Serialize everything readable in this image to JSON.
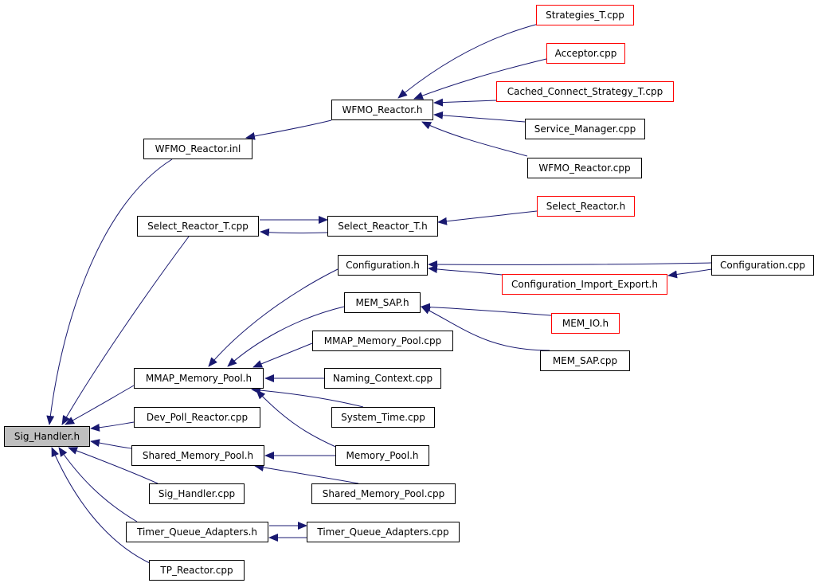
{
  "diagram": {
    "style": {
      "edge_color": "#191970",
      "arrow_color": "#191970",
      "undocumented_border": "#ff0000",
      "root_fill": "#bfbfbf"
    },
    "nodes": [
      {
        "id": "strategies_t_cpp",
        "label": "Strategies_T.cpp",
        "undocumented": true
      },
      {
        "id": "acceptor_cpp",
        "label": "Acceptor.cpp",
        "undocumented": true
      },
      {
        "id": "cached_connect_strategy_t_cpp",
        "label": "Cached_Connect_Strategy_T.cpp",
        "undocumented": true
      },
      {
        "id": "wfmo_reactor_h",
        "label": "WFMO_Reactor.h"
      },
      {
        "id": "service_manager_cpp",
        "label": "Service_Manager.cpp"
      },
      {
        "id": "wfmo_reactor_inl",
        "label": "WFMO_Reactor.inl"
      },
      {
        "id": "wfmo_reactor_cpp",
        "label": "WFMO_Reactor.cpp"
      },
      {
        "id": "select_reactor_h",
        "label": "Select_Reactor.h",
        "undocumented": true
      },
      {
        "id": "select_reactor_t_cpp",
        "label": "Select_Reactor_T.cpp"
      },
      {
        "id": "select_reactor_t_h",
        "label": "Select_Reactor_T.h"
      },
      {
        "id": "configuration_h",
        "label": "Configuration.h"
      },
      {
        "id": "configuration_cpp",
        "label": "Configuration.cpp"
      },
      {
        "id": "configuration_import_export_h",
        "label": "Configuration_Import_Export.h",
        "undocumented": true
      },
      {
        "id": "mem_sap_h",
        "label": "MEM_SAP.h"
      },
      {
        "id": "mem_io_h",
        "label": "MEM_IO.h",
        "undocumented": true
      },
      {
        "id": "mmap_memory_pool_cpp",
        "label": "MMAP_Memory_Pool.cpp"
      },
      {
        "id": "mem_sap_cpp",
        "label": "MEM_SAP.cpp"
      },
      {
        "id": "mmap_memory_pool_h",
        "label": "MMAP_Memory_Pool.h"
      },
      {
        "id": "naming_context_cpp",
        "label": "Naming_Context.cpp"
      },
      {
        "id": "dev_poll_reactor_cpp",
        "label": "Dev_Poll_Reactor.cpp"
      },
      {
        "id": "system_time_cpp",
        "label": "System_Time.cpp"
      },
      {
        "id": "sig_handler_h",
        "label": "Sig_Handler.h",
        "root": true
      },
      {
        "id": "shared_memory_pool_h",
        "label": "Shared_Memory_Pool.h"
      },
      {
        "id": "memory_pool_h",
        "label": "Memory_Pool.h"
      },
      {
        "id": "sig_handler_cpp",
        "label": "Sig_Handler.cpp"
      },
      {
        "id": "shared_memory_pool_cpp",
        "label": "Shared_Memory_Pool.cpp"
      },
      {
        "id": "timer_queue_adapters_h",
        "label": "Timer_Queue_Adapters.h"
      },
      {
        "id": "timer_queue_adapters_cpp",
        "label": "Timer_Queue_Adapters.cpp"
      },
      {
        "id": "tp_reactor_cpp",
        "label": "TP_Reactor.cpp"
      }
    ],
    "edges": [
      {
        "from": "wfmo_reactor_inl",
        "to": "sig_handler_h"
      },
      {
        "from": "select_reactor_t_cpp",
        "to": "sig_handler_h"
      },
      {
        "from": "configuration_h",
        "to": "mmap_memory_pool_h"
      },
      {
        "from": "mem_sap_h",
        "to": "mmap_memory_pool_h"
      },
      {
        "from": "mmap_memory_pool_cpp",
        "to": "mmap_memory_pool_h"
      },
      {
        "from": "naming_context_cpp",
        "to": "mmap_memory_pool_h"
      },
      {
        "from": "system_time_cpp",
        "to": "mmap_memory_pool_h"
      },
      {
        "from": "memory_pool_h",
        "to": "mmap_memory_pool_h"
      },
      {
        "from": "mmap_memory_pool_h",
        "to": "sig_handler_h"
      },
      {
        "from": "dev_poll_reactor_cpp",
        "to": "sig_handler_h"
      },
      {
        "from": "shared_memory_pool_h",
        "to": "sig_handler_h"
      },
      {
        "from": "sig_handler_cpp",
        "to": "sig_handler_h"
      },
      {
        "from": "timer_queue_adapters_h",
        "to": "sig_handler_h"
      },
      {
        "from": "tp_reactor_cpp",
        "to": "sig_handler_h"
      },
      {
        "from": "wfmo_reactor_h",
        "to": "wfmo_reactor_inl"
      },
      {
        "from": "strategies_t_cpp",
        "to": "wfmo_reactor_h"
      },
      {
        "from": "acceptor_cpp",
        "to": "wfmo_reactor_h"
      },
      {
        "from": "cached_connect_strategy_t_cpp",
        "to": "wfmo_reactor_h"
      },
      {
        "from": "service_manager_cpp",
        "to": "wfmo_reactor_h"
      },
      {
        "from": "wfmo_reactor_cpp",
        "to": "wfmo_reactor_h"
      },
      {
        "from": "select_reactor_t_cpp",
        "to": "select_reactor_t_h"
      },
      {
        "from": "select_reactor_t_h",
        "to": "select_reactor_t_cpp"
      },
      {
        "from": "select_reactor_h",
        "to": "select_reactor_t_h"
      },
      {
        "from": "configuration_cpp",
        "to": "configuration_h"
      },
      {
        "from": "configuration_import_export_h",
        "to": "configuration_h"
      },
      {
        "from": "configuration_cpp",
        "to": "configuration_import_export_h"
      },
      {
        "from": "mem_io_h",
        "to": "mem_sap_h"
      },
      {
        "from": "mem_sap_cpp",
        "to": "mem_sap_h"
      },
      {
        "from": "memory_pool_h",
        "to": "shared_memory_pool_h"
      },
      {
        "from": "shared_memory_pool_cpp",
        "to": "shared_memory_pool_h"
      },
      {
        "from": "timer_queue_adapters_h",
        "to": "timer_queue_adapters_cpp"
      },
      {
        "from": "timer_queue_adapters_cpp",
        "to": "timer_queue_adapters_h"
      }
    ]
  }
}
